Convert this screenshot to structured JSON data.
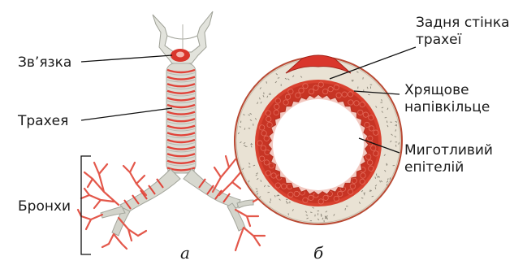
{
  "labels": {
    "ligament": "Зв’язка",
    "trachea": "Трахея",
    "bronchi": "Бронхи",
    "posterior_wall_1": "Задня стінка",
    "posterior_wall_2": "трахеї",
    "cartilage_1": "Хрящове",
    "cartilage_2": "напівкільце",
    "epithelium_1": "Миготливий",
    "epithelium_2": "епітелій",
    "sub_a": "а",
    "sub_b": "б"
  },
  "colors": {
    "cartilage": "#dcdcd4",
    "cartilage_shade": "#b9bab2",
    "muscle": "#e0443a",
    "muscle_dark": "#b52a1f",
    "wall_fill": "#e9e2d4",
    "speck": "#8a8578"
  }
}
